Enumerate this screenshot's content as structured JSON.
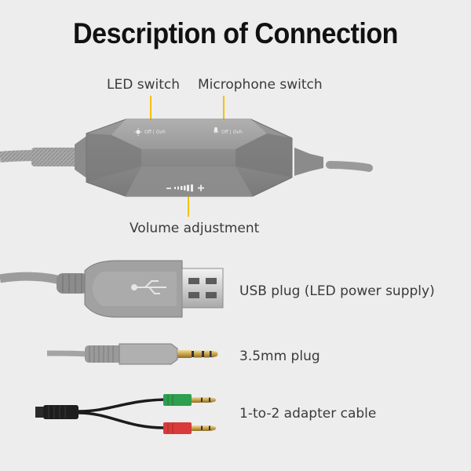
{
  "title": "Description of Connection",
  "labels": {
    "led_switch": "LED switch",
    "microphone_switch": "Microphone switch",
    "volume_adjustment": "Volume adjustment",
    "usb_plug": "USB plug (LED power supply)",
    "plug_35mm": "3.5mm plug",
    "adapter_cable": "1-to-2 adapter cable"
  },
  "switch_markings": {
    "led": "Off | Ovh",
    "mic": "Off | Ovh",
    "volume": "-▪▪▪▮▮+"
  },
  "colors": {
    "background": "#ededed",
    "title": "#111111",
    "indicator": "#f2c200",
    "mic_plug_green": "#2e9e4f",
    "mic_plug_red": "#d93a3a",
    "gold": "#c9a24a"
  },
  "icons": {
    "led": "sun-icon",
    "mic": "microphone-icon",
    "usb": "usb-trident-icon"
  }
}
